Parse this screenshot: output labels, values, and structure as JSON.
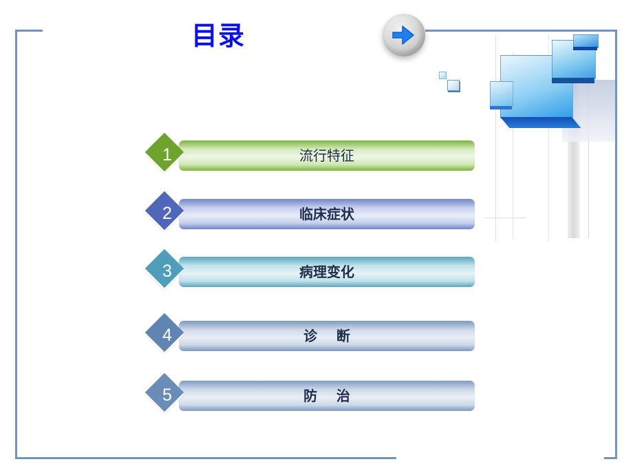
{
  "title": "目录",
  "nav_button": {
    "icon": "arrow-right-icon"
  },
  "colors": {
    "frame": "#7393b8",
    "title": "#0a10e6"
  },
  "menu": [
    {
      "number": "1",
      "label": "流行特征",
      "diamond": "#6ea32d",
      "bar_edge": "#7db33c",
      "bar_mid": "#e6f3d7"
    },
    {
      "number": "2",
      "label": "临床症状",
      "diamond": "#5066b8",
      "bar_edge": "#6f84cc",
      "bar_mid": "#e4e9f6"
    },
    {
      "number": "3",
      "label": "病理变化",
      "diamond": "#4f9db8",
      "bar_edge": "#5aa6bf",
      "bar_mid": "#e2f1f5"
    },
    {
      "number": "4",
      "label": "诊    断",
      "diamond": "#6185b2",
      "bar_edge": "#7d98c0",
      "bar_mid": "#e6ebf3"
    },
    {
      "number": "5",
      "label": "防    治",
      "diamond": "#6a8db8",
      "bar_edge": "#7e9bc3",
      "bar_mid": "#e6ecf4"
    }
  ]
}
